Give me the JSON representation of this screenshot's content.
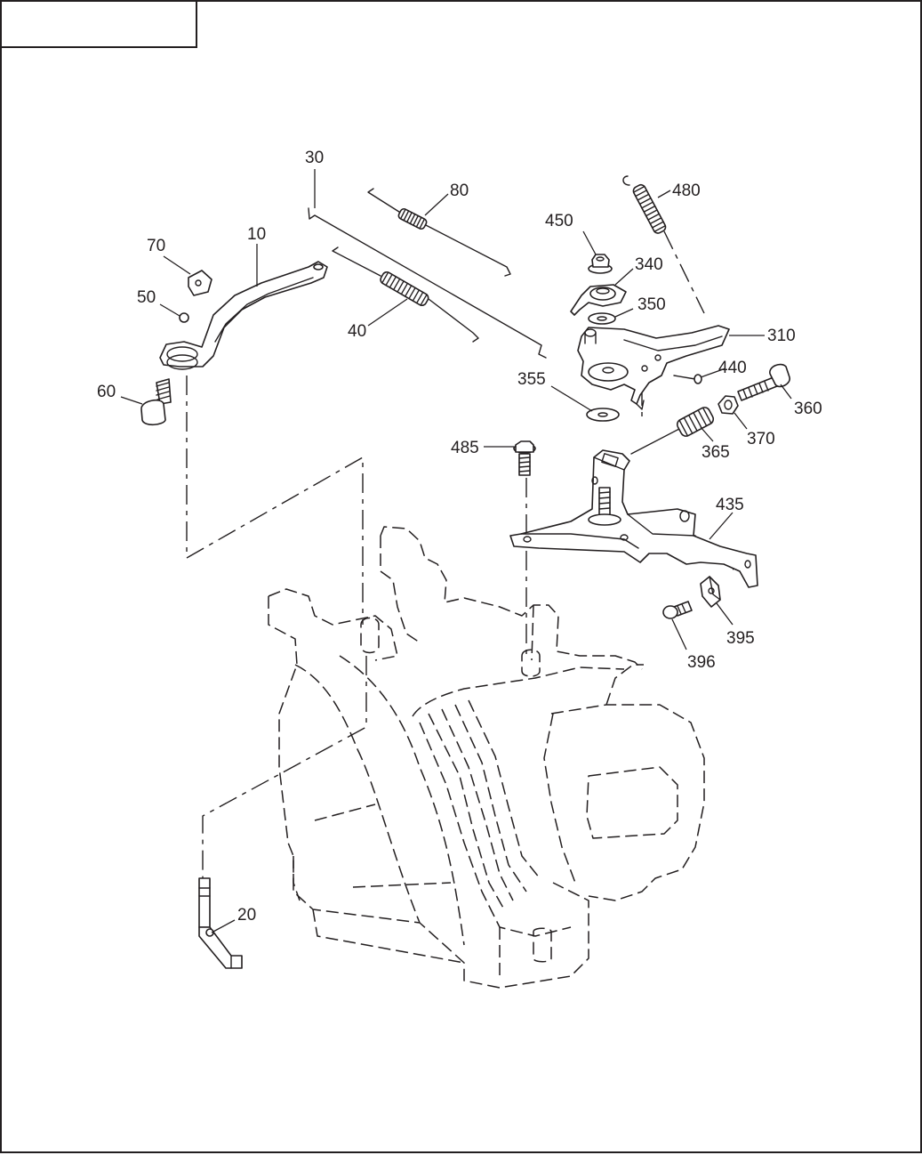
{
  "callouts": [
    {
      "id": "10",
      "text": "10"
    },
    {
      "id": "20",
      "text": "20"
    },
    {
      "id": "30",
      "text": "30"
    },
    {
      "id": "40",
      "text": "40"
    },
    {
      "id": "50",
      "text": "50"
    },
    {
      "id": "60",
      "text": "60"
    },
    {
      "id": "70",
      "text": "70"
    },
    {
      "id": "80",
      "text": "80"
    },
    {
      "id": "310",
      "text": "310"
    },
    {
      "id": "340",
      "text": "340"
    },
    {
      "id": "350",
      "text": "350"
    },
    {
      "id": "355",
      "text": "355"
    },
    {
      "id": "360",
      "text": "360"
    },
    {
      "id": "365",
      "text": "365"
    },
    {
      "id": "370",
      "text": "370"
    },
    {
      "id": "395",
      "text": "395"
    },
    {
      "id": "396",
      "text": "396"
    },
    {
      "id": "435",
      "text": "435"
    },
    {
      "id": "440",
      "text": "440"
    },
    {
      "id": "450",
      "text": "450"
    },
    {
      "id": "480",
      "text": "480"
    },
    {
      "id": "485",
      "text": "485"
    }
  ]
}
